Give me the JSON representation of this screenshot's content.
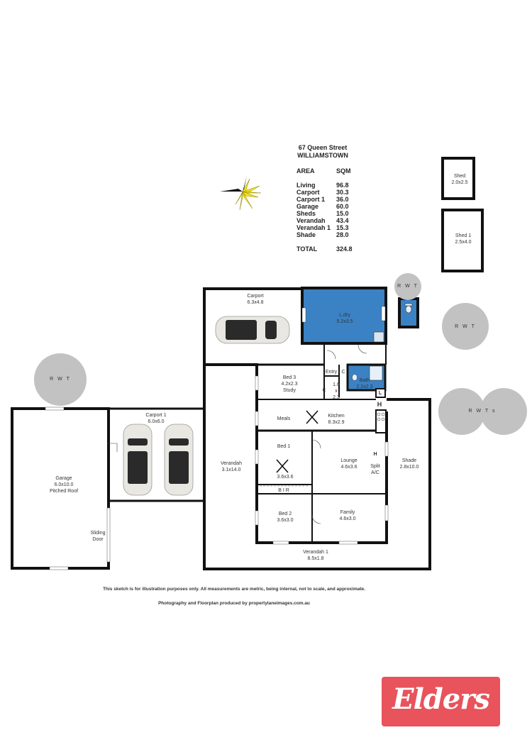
{
  "header": {
    "address_line1": "67 Queen Street",
    "address_line2": "WILLIAMSTOWN"
  },
  "area_table": {
    "col_area": "AREA",
    "col_sqm": "SQM",
    "rows": [
      {
        "label": "Living",
        "value": "96.8"
      },
      {
        "label": "Carport",
        "value": "30.3"
      },
      {
        "label": "Carport 1",
        "value": "36.0"
      },
      {
        "label": "Garage",
        "value": "60.0"
      },
      {
        "label": "Sheds",
        "value": "15.0"
      },
      {
        "label": "Verandah",
        "value": "43.4"
      },
      {
        "label": "Verandah 1",
        "value": "15.3"
      },
      {
        "label": "Shade",
        "value": "28.0"
      }
    ],
    "total_label": "TOTAL",
    "total_value": "324.8"
  },
  "rooms": {
    "shed": {
      "name": "Shed",
      "dims": "2.0x2.5"
    },
    "shed1": {
      "name": "Shed 1",
      "dims": "2.5x4.0"
    },
    "carport": {
      "name": "Carport",
      "dims": "6.3x4.8"
    },
    "laundry": {
      "name": "L.dry",
      "dims": "5.2x3.5"
    },
    "entry": {
      "name": "Entry"
    },
    "c1": "C",
    "c2": "C",
    "hall": {
      "l1": "1.6",
      "l2": "x",
      "l3": "2.3"
    },
    "bath": {
      "name": "Bath",
      "dims": "2.2x2.3"
    },
    "l": "L",
    "h1": "H",
    "h2": "H",
    "bed3": {
      "name": "Bed 3",
      "dims": "4.2x2.3",
      "sub": "Study"
    },
    "meals": {
      "name": "Meals"
    },
    "kitchen": {
      "name": "Kitchen",
      "dims": "8.3x2.9"
    },
    "carport1": {
      "name": "Carport 1",
      "dims": "6.0x6.0"
    },
    "garage": {
      "name": "Garage",
      "dims": "6.0x10.0",
      "sub": "Pitched Roof"
    },
    "sliding": {
      "l1": "Sliding",
      "l2": "Door"
    },
    "verandah": {
      "name": "Verandah",
      "dims": "3.1x14.0"
    },
    "bed1": {
      "name": "Bed 1",
      "dims": "3.6x3.6"
    },
    "bir": "B I R",
    "lounge": {
      "name": "Lounge",
      "dims": "4.6x3.6"
    },
    "split": {
      "l1": "Split",
      "l2": "A/C"
    },
    "shade": {
      "name": "Shade",
      "dims": "2.8x10.0"
    },
    "bed2": {
      "name": "Bed 2",
      "dims": "3.6x3.0"
    },
    "family": {
      "name": "Family",
      "dims": "4.6x3.0"
    },
    "verandah1": {
      "name": "Verandah 1",
      "dims": "8.5x1.8"
    }
  },
  "tanks": {
    "rwt_left": "R W T",
    "rwt_top": "R W T",
    "rwt_right": "R W T",
    "rwts": "R W T s"
  },
  "footer": {
    "disclaimer": "This sketch is for illustration purposes only.  All measurements are metric, being internal, not to scale, and approximate.",
    "credit": "Photography and Floorplan produced by propertylaneimages.com.au"
  },
  "logo": {
    "text": "Elders",
    "color": "#e8535c"
  },
  "colors": {
    "wall": "#111111",
    "wet_area": "#3b82c4"
  }
}
